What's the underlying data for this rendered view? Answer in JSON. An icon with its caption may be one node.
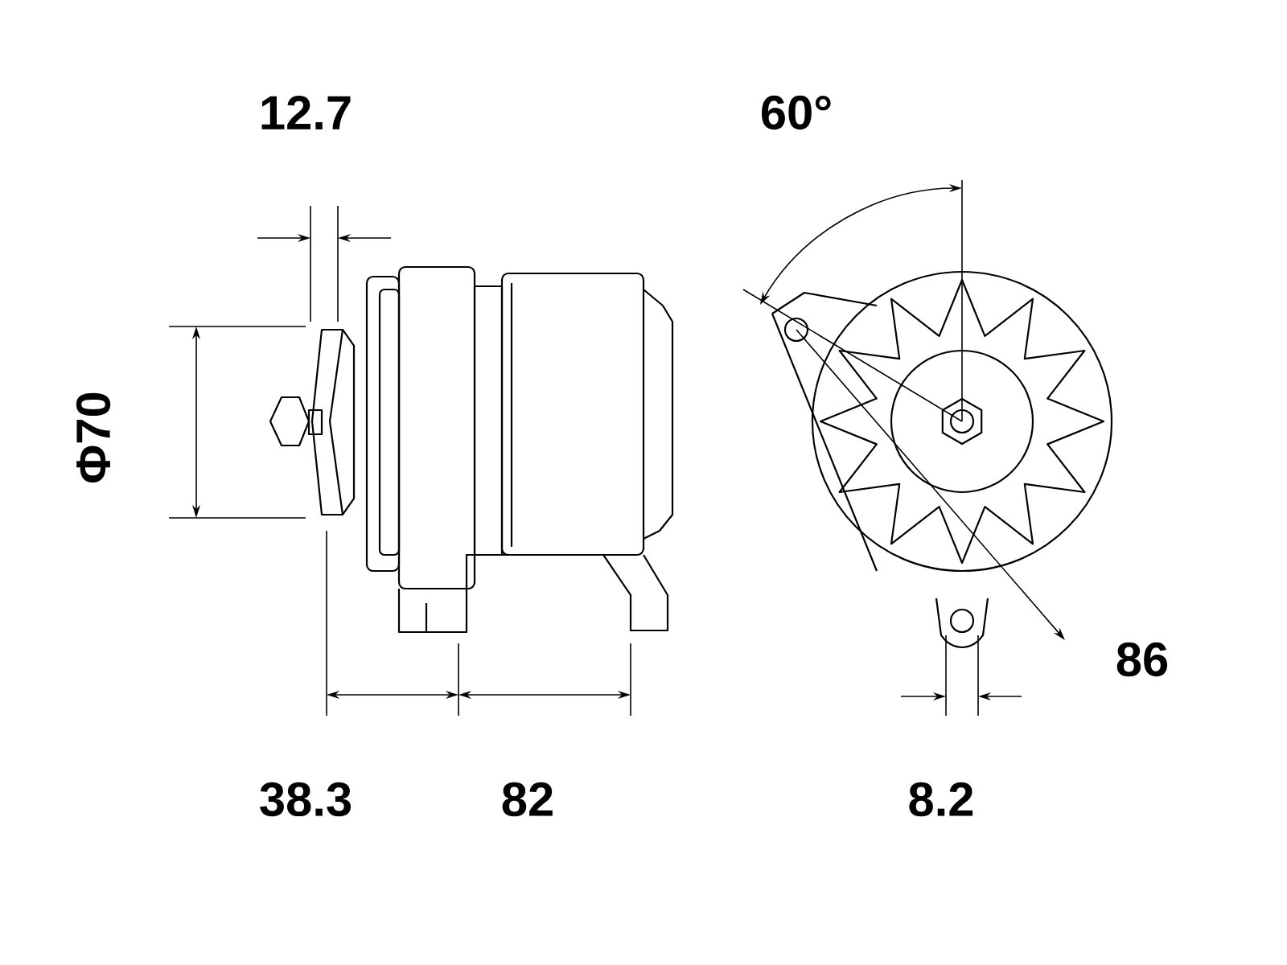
{
  "diagram": {
    "labels": [
      "12.7",
      "60°",
      "Φ70",
      "86",
      "38.3",
      "82",
      "8.2"
    ]
  }
}
